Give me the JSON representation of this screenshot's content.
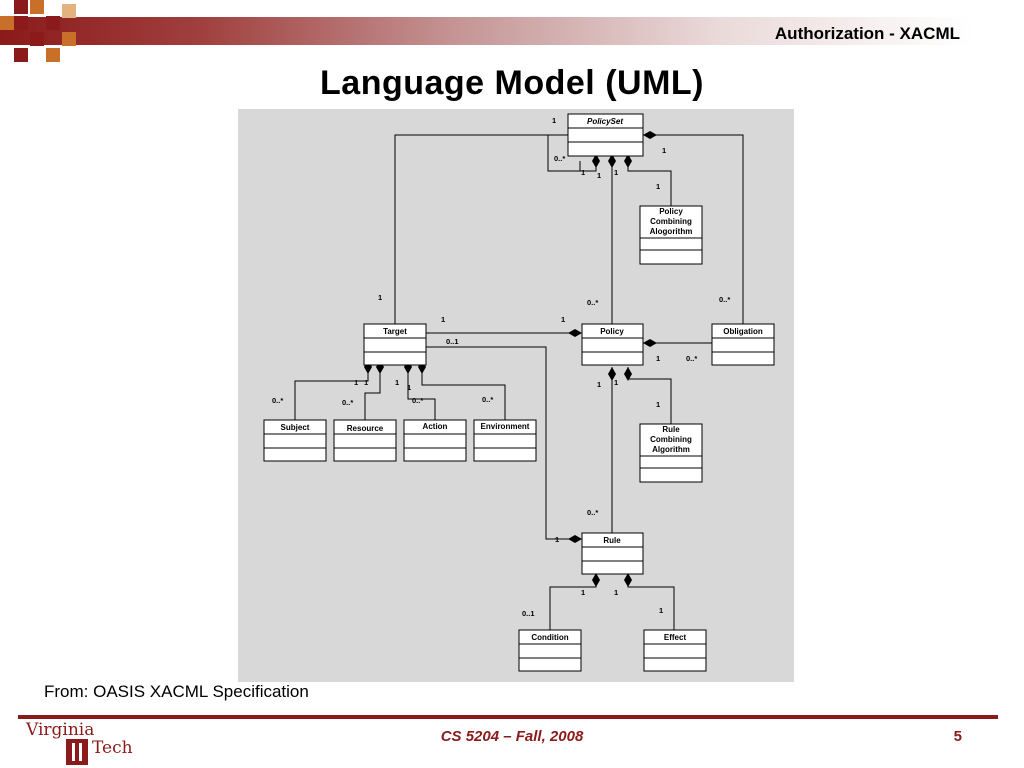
{
  "header": {
    "title": "Authorization - XACML"
  },
  "slide": {
    "title": "Language Model (UML)",
    "source": "From: OASIS XACML Specification"
  },
  "footer": {
    "course": "CS 5204 – Fall, 2008",
    "page": "5",
    "logo_line1": "Virginia",
    "logo_line2": "Tech"
  },
  "colors": {
    "maroon": "#8b1a1a",
    "orange": "#c8702a",
    "diagram_bg": "#d8d8d8"
  },
  "diagram": {
    "classes": {
      "policyset": "PolicySet",
      "pca_1": "Policy",
      "pca_2": "Combining",
      "pca_3": "Alogorithm",
      "target": "Target",
      "policy": "Policy",
      "obligation": "Obligation",
      "subject": "Subject",
      "resource": "Resource",
      "action": "Action",
      "environment": "Environment",
      "rca_1": "Rule",
      "rca_2": "Combining",
      "rca_3": "Algorithm",
      "rule": "Rule",
      "condition": "Condition",
      "effect": "Effect"
    },
    "multiplicities": {
      "ps_target_1": "1",
      "ps_self_0n": "0..*",
      "ps_self_1a": "1",
      "ps_self_1b": "1",
      "ps_self_1c": "1",
      "ps_obl_1": "1",
      "ps_pca_1": "1",
      "target_top_1": "1",
      "policy_0n": "0..*",
      "obl_0n": "0..*",
      "tp_1a": "1",
      "tp_1b": "1",
      "tp_01": "0..1",
      "po_1": "1",
      "po_0n": "0..*",
      "t_1a": "1",
      "t_1b": "1",
      "t_1c": "1",
      "t_1d": "1",
      "subj_0n": "0..*",
      "res_0n": "0..*",
      "act_0n": "0..*",
      "env_0n": "0..*",
      "p_1a": "1",
      "p_1b": "1",
      "p_rca_1": "1",
      "rule_0n": "0..*",
      "rule_t_1": "1",
      "r_1a": "1",
      "r_1b": "1",
      "cond_01": "0..1",
      "eff_1": "1"
    }
  }
}
